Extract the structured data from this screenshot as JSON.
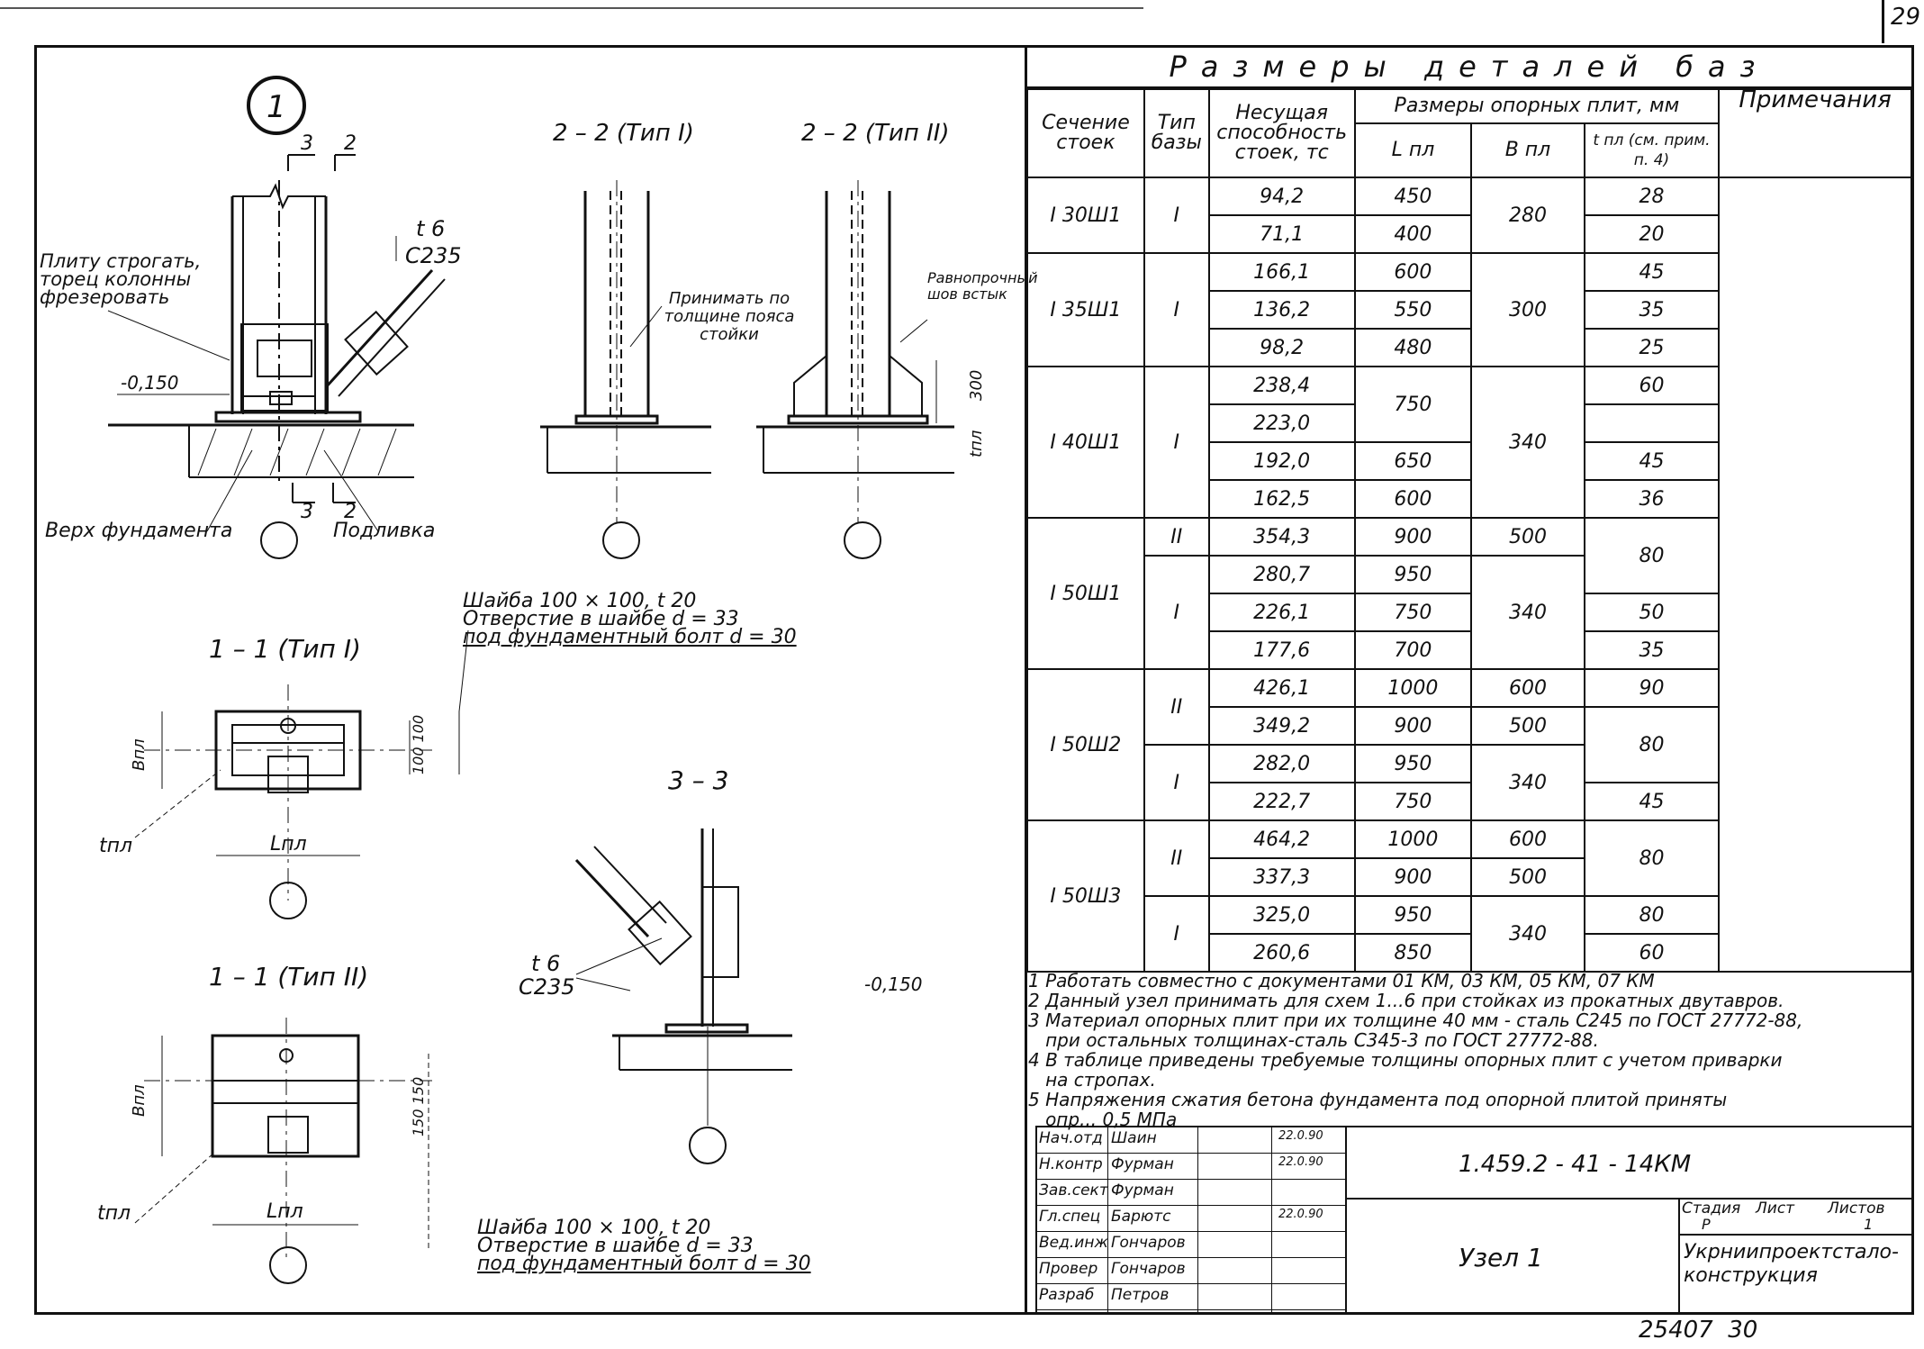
{
  "page": {
    "number": "29",
    "footer": "25407  30"
  },
  "left_drawings": {
    "node_marker": "1",
    "section_marks": {
      "a_top": "3",
      "b_top": "2",
      "a_bottom": "3",
      "b_bottom": "2"
    },
    "plate_note": "Плиту строгать, торец колонны фрезеровать",
    "level": "-0,150",
    "level2": "-0,150",
    "foundation_top": "Верх фундамента",
    "grout": "Подливка",
    "gusset_t": "t 6",
    "gusset_steel": "C235",
    "gusset_t2": "t 6",
    "gusset_steel2": "C235",
    "view_2_2_type1": "2 – 2 (Тип I)",
    "view_2_2_type2": "2 – 2 (Тип II)",
    "accept_note": "Принимать по толщине пояса стойки",
    "weld_note": "Равнопрочный шов встык",
    "dim_300": "300",
    "t_pl": "tпл",
    "view_1_1_type1": "1 – 1 (Тип I)",
    "view_1_1_type2": "1 – 1 (Тип II)",
    "view_3_3": "3 – 3",
    "washer_note_1": [
      "Шайба 100 × 100, t 20",
      "Отверстие в шайбе d = 33",
      "под фундаментный болт d = 30"
    ],
    "washer_note_2": [
      "Шайба 100 × 100, t 20",
      "Отверстие в шайбе d = 33",
      "под фундаментный болт d = 30"
    ],
    "B_pl": "Bпл",
    "L_pl": "Lпл",
    "t_pl_label": "tпл",
    "dims_100": "100 100",
    "dims_150": "150 150"
  },
  "table": {
    "title": "Размеры деталей баз",
    "headers": {
      "section": "Сечение стоек",
      "base_type": "Тип базы",
      "capacity": "Несущая способность стоек, тс",
      "plate_sizes": "Размеры опорных плит, мм",
      "notes": "Примечания",
      "L": "L пл",
      "B": "B пл",
      "t": "t пл (см. прим. п. 4)"
    },
    "rows": [
      {
        "section": "I 30Ш1",
        "type": "I",
        "cap": "94,2",
        "L": "450",
        "B": "280",
        "t": "28"
      },
      {
        "section": "",
        "type": "",
        "cap": "71,1",
        "L": "400",
        "B": "",
        "t": "20"
      },
      {
        "section": "I 35Ш1",
        "type": "I",
        "cap": "166,1",
        "L": "600",
        "B": "300",
        "t": "45"
      },
      {
        "section": "",
        "type": "",
        "cap": "136,2",
        "L": "550",
        "B": "",
        "t": "35"
      },
      {
        "section": "",
        "type": "",
        "cap": "98,2",
        "L": "480",
        "B": "",
        "t": "25"
      },
      {
        "section": "I 40Ш1",
        "type": "I",
        "cap": "238,4",
        "L": "750",
        "B": "340",
        "t": "60"
      },
      {
        "section": "",
        "type": "",
        "cap": "223,0",
        "L": "",
        "B": "",
        "t": ""
      },
      {
        "section": "",
        "type": "",
        "cap": "192,0",
        "L": "650",
        "B": "",
        "t": "45"
      },
      {
        "section": "",
        "type": "",
        "cap": "162,5",
        "L": "600",
        "B": "",
        "t": "36"
      },
      {
        "section": "I 50Ш1",
        "type": "II",
        "cap": "354,3",
        "L": "900",
        "B": "500",
        "t": "80"
      },
      {
        "section": "",
        "type": "I",
        "cap": "280,7",
        "L": "950",
        "B": "340",
        "t": ""
      },
      {
        "section": "",
        "type": "",
        "cap": "226,1",
        "L": "750",
        "B": "",
        "t": "50"
      },
      {
        "section": "",
        "type": "",
        "cap": "177,6",
        "L": "700",
        "B": "",
        "t": "35"
      },
      {
        "section": "I 50Ш2",
        "type": "II",
        "cap": "426,1",
        "L": "1000",
        "B": "600",
        "t": "90"
      },
      {
        "section": "",
        "type": "",
        "cap": "349,2",
        "L": "900",
        "B": "500",
        "t": "80"
      },
      {
        "section": "",
        "type": "I",
        "cap": "282,0",
        "L": "950",
        "B": "340",
        "t": ""
      },
      {
        "section": "",
        "type": "",
        "cap": "222,7",
        "L": "750",
        "B": "",
        "t": "45"
      },
      {
        "section": "I 50Ш3",
        "type": "II",
        "cap": "464,2",
        "L": "1000",
        "B": "600",
        "t": "80"
      },
      {
        "section": "",
        "type": "",
        "cap": "337,3",
        "L": "900",
        "B": "500",
        "t": ""
      },
      {
        "section": "",
        "type": "I",
        "cap": "325,0",
        "L": "950",
        "B": "340",
        "t": "80"
      },
      {
        "section": "",
        "type": "",
        "cap": "260,6",
        "L": "850",
        "B": "",
        "t": "60"
      }
    ]
  },
  "notes": [
    "1 Работать совместно с документами 01 КМ, 03 КМ, 05 КМ, 07 КМ",
    "2 Данный узел принимать для схем 1...6 при стойках из прокатных двутавров.",
    "3 Материал опорных плит при их толщине 40 мм - сталь С245 по ГОСТ 27772-88,",
    "   при остальных толщинах-сталь С345-3 по ГОСТ 27772-88.",
    "4 В таблице приведены требуемые толщины опорных плит с учетом приварки",
    "   на стропах.",
    "5 Напряжения сжатия бетона фундамента под опорной плитой приняты",
    "   опр... 0,5 МПа"
  ],
  "stamp": {
    "code": "1.459.2 - 41 - 14КМ",
    "title": "Узел 1",
    "stage_label": "Стадия",
    "sheet_label": "Лист",
    "sheets_label": "Листов",
    "stage": "Р",
    "sheets": "1",
    "org": [
      "Укрниипроектстало-",
      "конструкция"
    ],
    "roles": [
      {
        "role": "Нач.отд",
        "name": "Шаин",
        "date": "22.0.90"
      },
      {
        "role": "Н.контр",
        "name": "Фурман",
        "date": "22.0.90"
      },
      {
        "role": "Зав.сект",
        "name": "Фурман",
        "date": ""
      },
      {
        "role": "Гл.спец",
        "name": "Барютс",
        "date": "22.0.90"
      },
      {
        "role": "Вед.инж",
        "name": "Гончаров",
        "date": ""
      },
      {
        "role": "Провер",
        "name": "Гончаров",
        "date": ""
      },
      {
        "role": "Разраб",
        "name": "Петров",
        "date": ""
      }
    ]
  }
}
